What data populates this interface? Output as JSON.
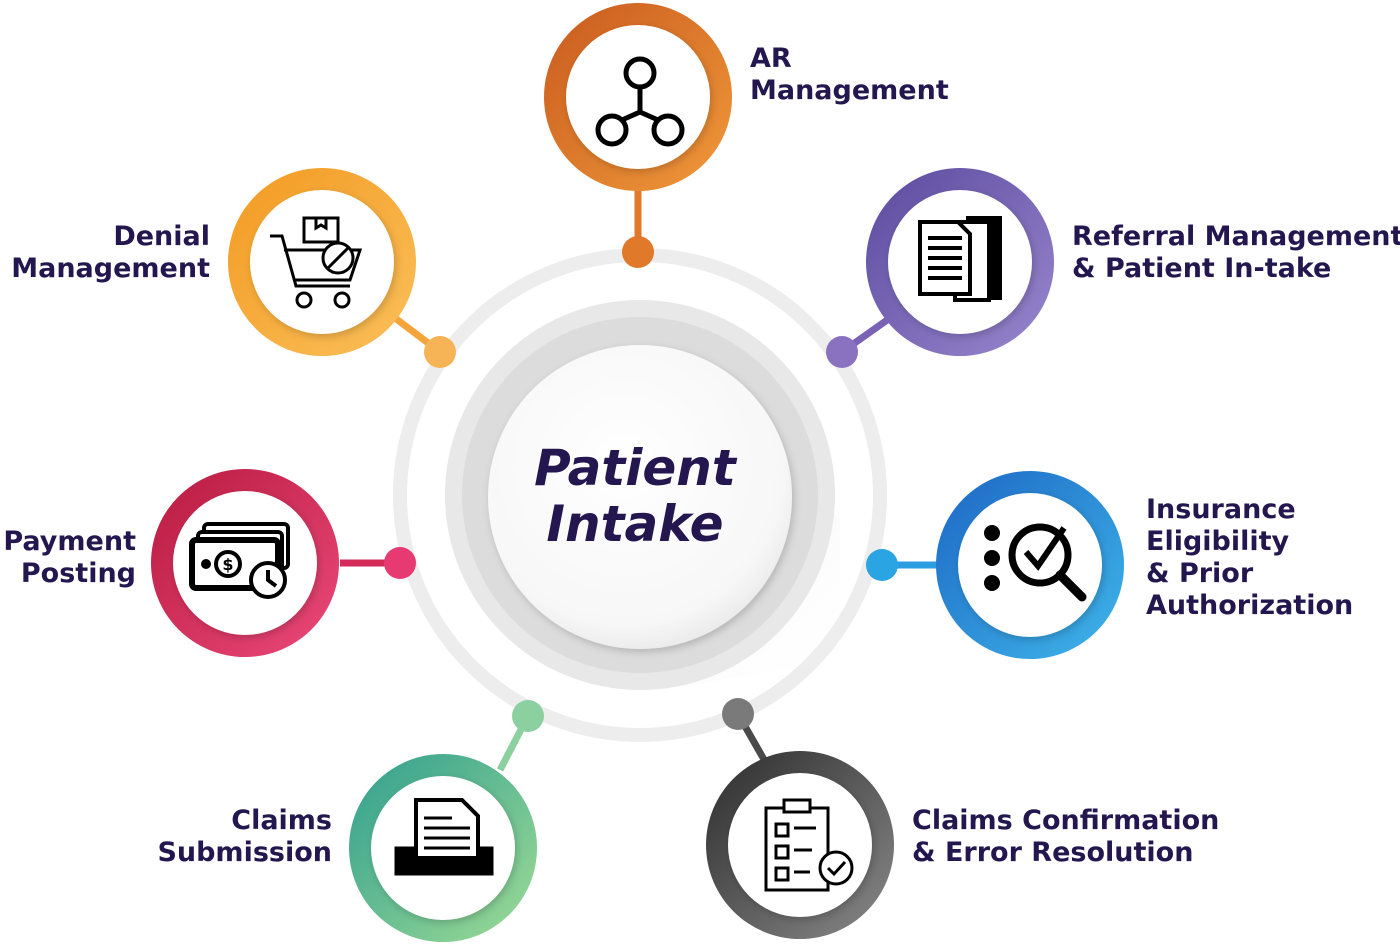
{
  "center": {
    "line1": "Patient",
    "line2": "Intake"
  },
  "nodes": [
    {
      "id": "ar",
      "lines": [
        "AR",
        "Management"
      ],
      "color": "#e07a2a",
      "icon": "network-nodes-icon"
    },
    {
      "id": "referral",
      "lines": [
        "Referral Management",
        "& Patient In-take"
      ],
      "color": "#7a62b4",
      "icon": "documents-icon"
    },
    {
      "id": "insurance",
      "lines": [
        "Insurance",
        "Eligibility",
        "& Prior",
        "Authorization"
      ],
      "color": "#2a9ee0",
      "icon": "search-check-icon"
    },
    {
      "id": "claims-confirmation",
      "lines": [
        "Claims Confirmation",
        "& Error Resolution"
      ],
      "color": "#4a4a4a",
      "icon": "clipboard-checklist-icon"
    },
    {
      "id": "claims-submission",
      "lines": [
        "Claims",
        "Submission"
      ],
      "color": "#5fbf98",
      "icon": "document-printer-icon"
    },
    {
      "id": "payment",
      "lines": [
        "Payment",
        "Posting"
      ],
      "color": "#d42a5a",
      "icon": "cash-clock-icon"
    },
    {
      "id": "denial",
      "lines": [
        "Denial",
        "Management"
      ],
      "color": "#f5a43a",
      "icon": "cart-denied-icon"
    }
  ],
  "colors": {
    "text": "#24174f",
    "ring": "#ededed"
  }
}
